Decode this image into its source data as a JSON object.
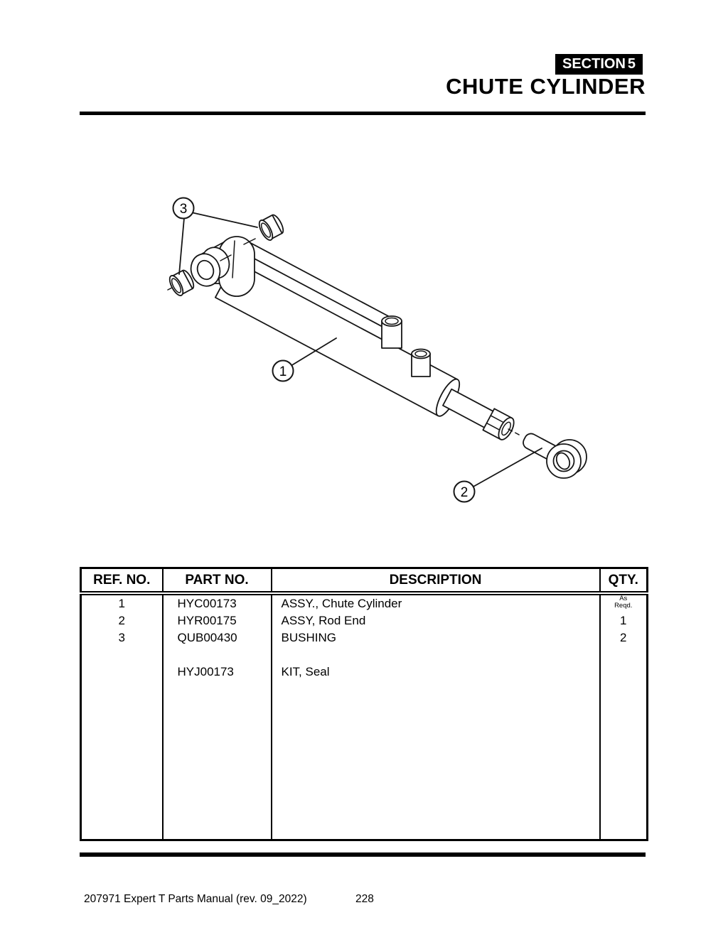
{
  "header": {
    "section_label": "SECTION",
    "section_number": "5",
    "title": "CHUTE CYLINDER"
  },
  "diagram": {
    "callouts": [
      "1",
      "2",
      "3"
    ]
  },
  "table": {
    "headers": [
      "REF. NO.",
      "PART NO.",
      "DESCRIPTION",
      "QTY."
    ],
    "rows": [
      {
        "ref": "1",
        "part": "HYC00173",
        "desc": "ASSY., Chute Cylinder",
        "qty": "As\nReqd."
      },
      {
        "ref": "2",
        "part": "HYR00175",
        "desc": "ASSY, Rod End",
        "qty": "1"
      },
      {
        "ref": "3",
        "part": "QUB00430",
        "desc": "BUSHING",
        "qty": "2"
      },
      {
        "ref": "",
        "part": "",
        "desc": "",
        "qty": ""
      },
      {
        "ref": "",
        "part": "HYJ00173",
        "desc": "KIT, Seal",
        "qty": ""
      }
    ]
  },
  "footer": {
    "left_text": "207971 Expert T Parts Manual (rev. 09_2022)",
    "page_number": "228"
  },
  "colors": {
    "ink": "#000000",
    "paper": "#ffffff"
  }
}
